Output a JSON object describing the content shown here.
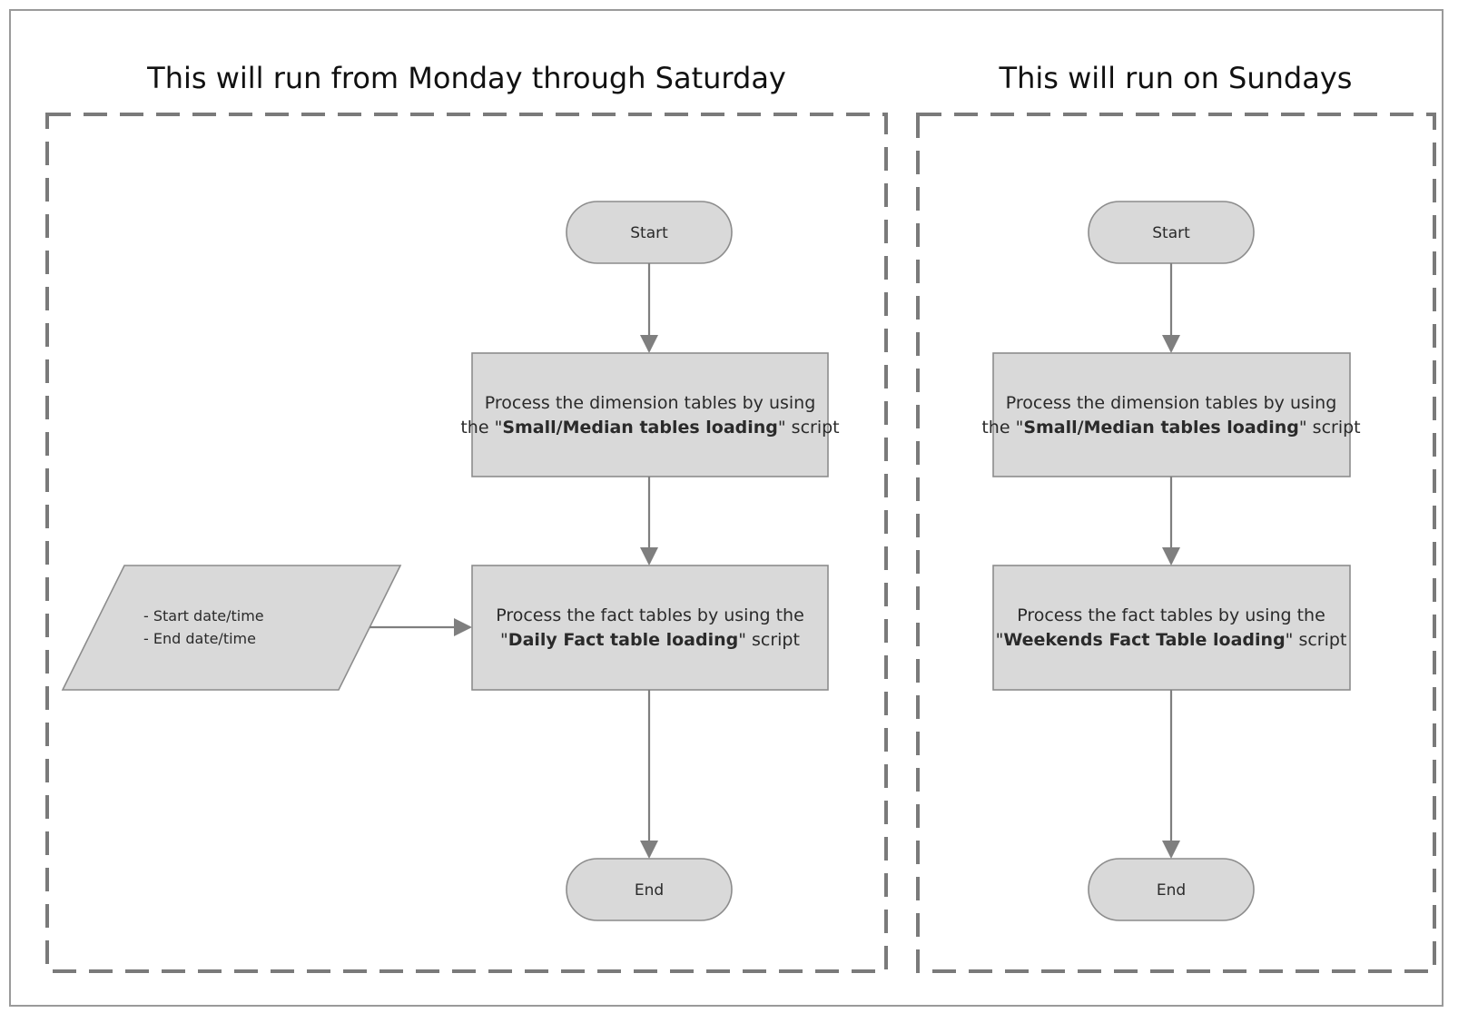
{
  "lanes": {
    "weekday": {
      "title": "This will run from Monday through Saturday",
      "start": "Start",
      "step1": {
        "line1": "Process the dimension tables by using",
        "line2_pre": "the \"",
        "line2_bold": "Small/Median tables loading",
        "line2_post": "\" script"
      },
      "input": {
        "line1": "- Start date/time",
        "line2": "- End date/time"
      },
      "step2": {
        "line1": "Process the fact tables by using the",
        "line2_pre": "\"",
        "line2_bold": "Daily Fact table loading",
        "line2_post": "\" script"
      },
      "end": "End"
    },
    "sunday": {
      "title": "This will run on Sundays",
      "start": "Start",
      "step1": {
        "line1": "Process the dimension tables by using",
        "line2_pre": "the \"",
        "line2_bold": "Small/Median tables loading",
        "line2_post": "\" script"
      },
      "step2": {
        "line1": "Process the fact tables by using the",
        "line2_pre": "\"",
        "line2_bold": "Weekends Fact Table loading",
        "line2_post": "\" script"
      },
      "end": "End"
    }
  },
  "colors": {
    "shape_fill": "#d9d9d9",
    "shape_stroke": "#8c8c8c",
    "connector": "#7f7f7f",
    "lane_border": "#7a7a7a"
  }
}
